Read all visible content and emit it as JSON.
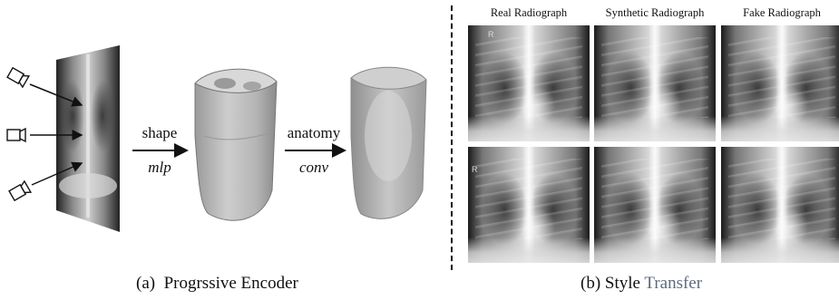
{
  "panel_a": {
    "shape_label": "shape",
    "mlp_label": "mlp",
    "anatomy_label": "anatomy",
    "conv_label": "conv",
    "caption": "(a)  Progrssive Encoder"
  },
  "panel_b": {
    "headers": [
      "Real Radiograph",
      "Synthetic Radiograph",
      "Fake Radiograph"
    ],
    "real_marker": "R",
    "caption_prefix": "(b) Style ",
    "caption_suffix": "Transfer",
    "caption_suffix_color": "#5b6a80"
  }
}
